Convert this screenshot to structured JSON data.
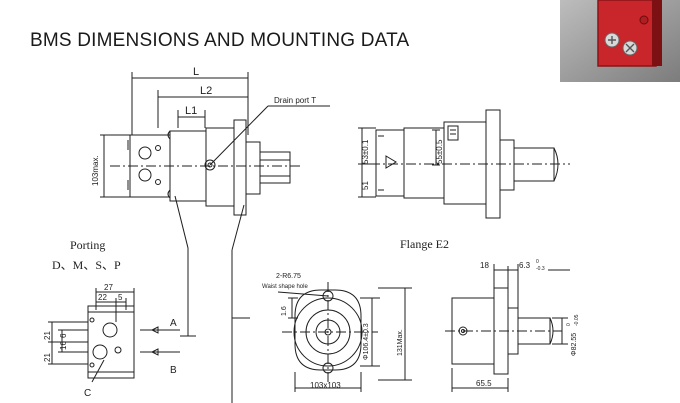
{
  "title": "BMS DIMENSIONS AND MOUNTING DATA",
  "labels": {
    "L": "L",
    "L2": "L2",
    "L1": "L1",
    "drain_port": "Drain port T",
    "height_103": "103max.",
    "side_53": "53±0.1",
    "side_51": "51",
    "side_55": "55±0.5",
    "porting_title": "Porting",
    "porting_types": "D、M、S、P",
    "dim_27": "27",
    "dim_22": "22",
    "dim_5": "5",
    "dim_21a": "21",
    "dim_21b": "21",
    "dim_16": "16",
    "dim_6": "6",
    "port_A": "A",
    "port_B": "B",
    "port_C": "C",
    "flange_title": "Flange E2",
    "r675": "2-R6.75",
    "waist_hole": "Waist shape hole",
    "dim_16_b": "1.6",
    "dim_106": "Φ106.4±0.3",
    "dim_131": "131Max.",
    "dim_103x103": "103x103",
    "dim_18": "18",
    "dim_63": "6.3",
    "dim_63_tol": "-0.3",
    "dim_63_top": "0",
    "dim_8255": "Φ82.55",
    "dim_8255_tol": "-0.05",
    "dim_8255_top": "0",
    "dim_655": "65.5"
  },
  "colors": {
    "line": "#1f1f1f",
    "photo_red": "#c8262a",
    "photo_bg": "#9a9a9a"
  }
}
